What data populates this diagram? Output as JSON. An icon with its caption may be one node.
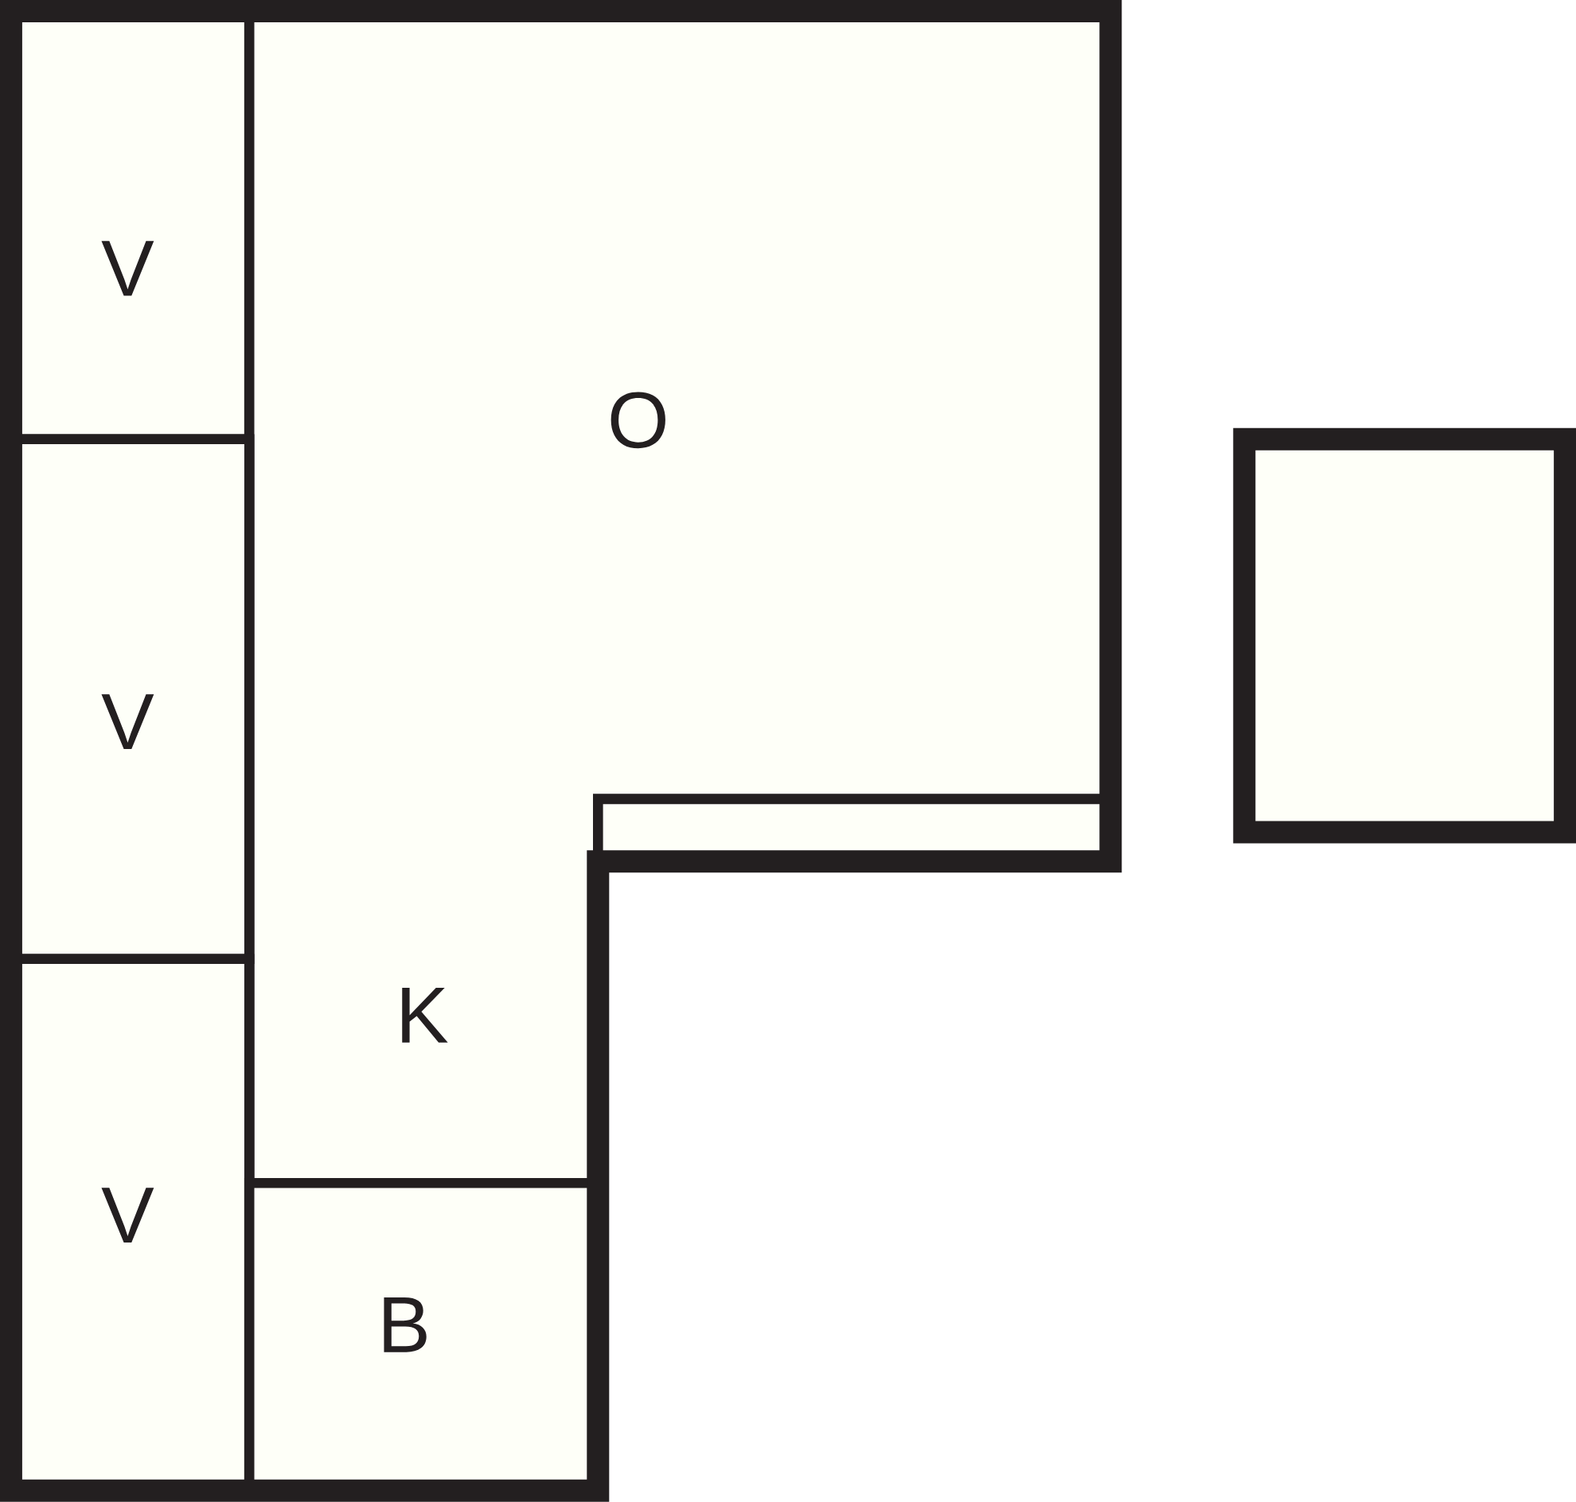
{
  "diagram": {
    "nodes": [
      {
        "text": [
          "V"
        ]
      },
      {
        "text": [
          "O",
          "K"
        ]
      },
      {
        "text": [
          "V"
        ]
      },
      {
        "text": [
          "V"
        ]
      },
      {
        "text": [
          "B"
        ]
      },
      {
        "text": [],
        "shape": "box"
      },
      {
        "text": [],
        "shape": "box"
      }
    ]
  }
}
